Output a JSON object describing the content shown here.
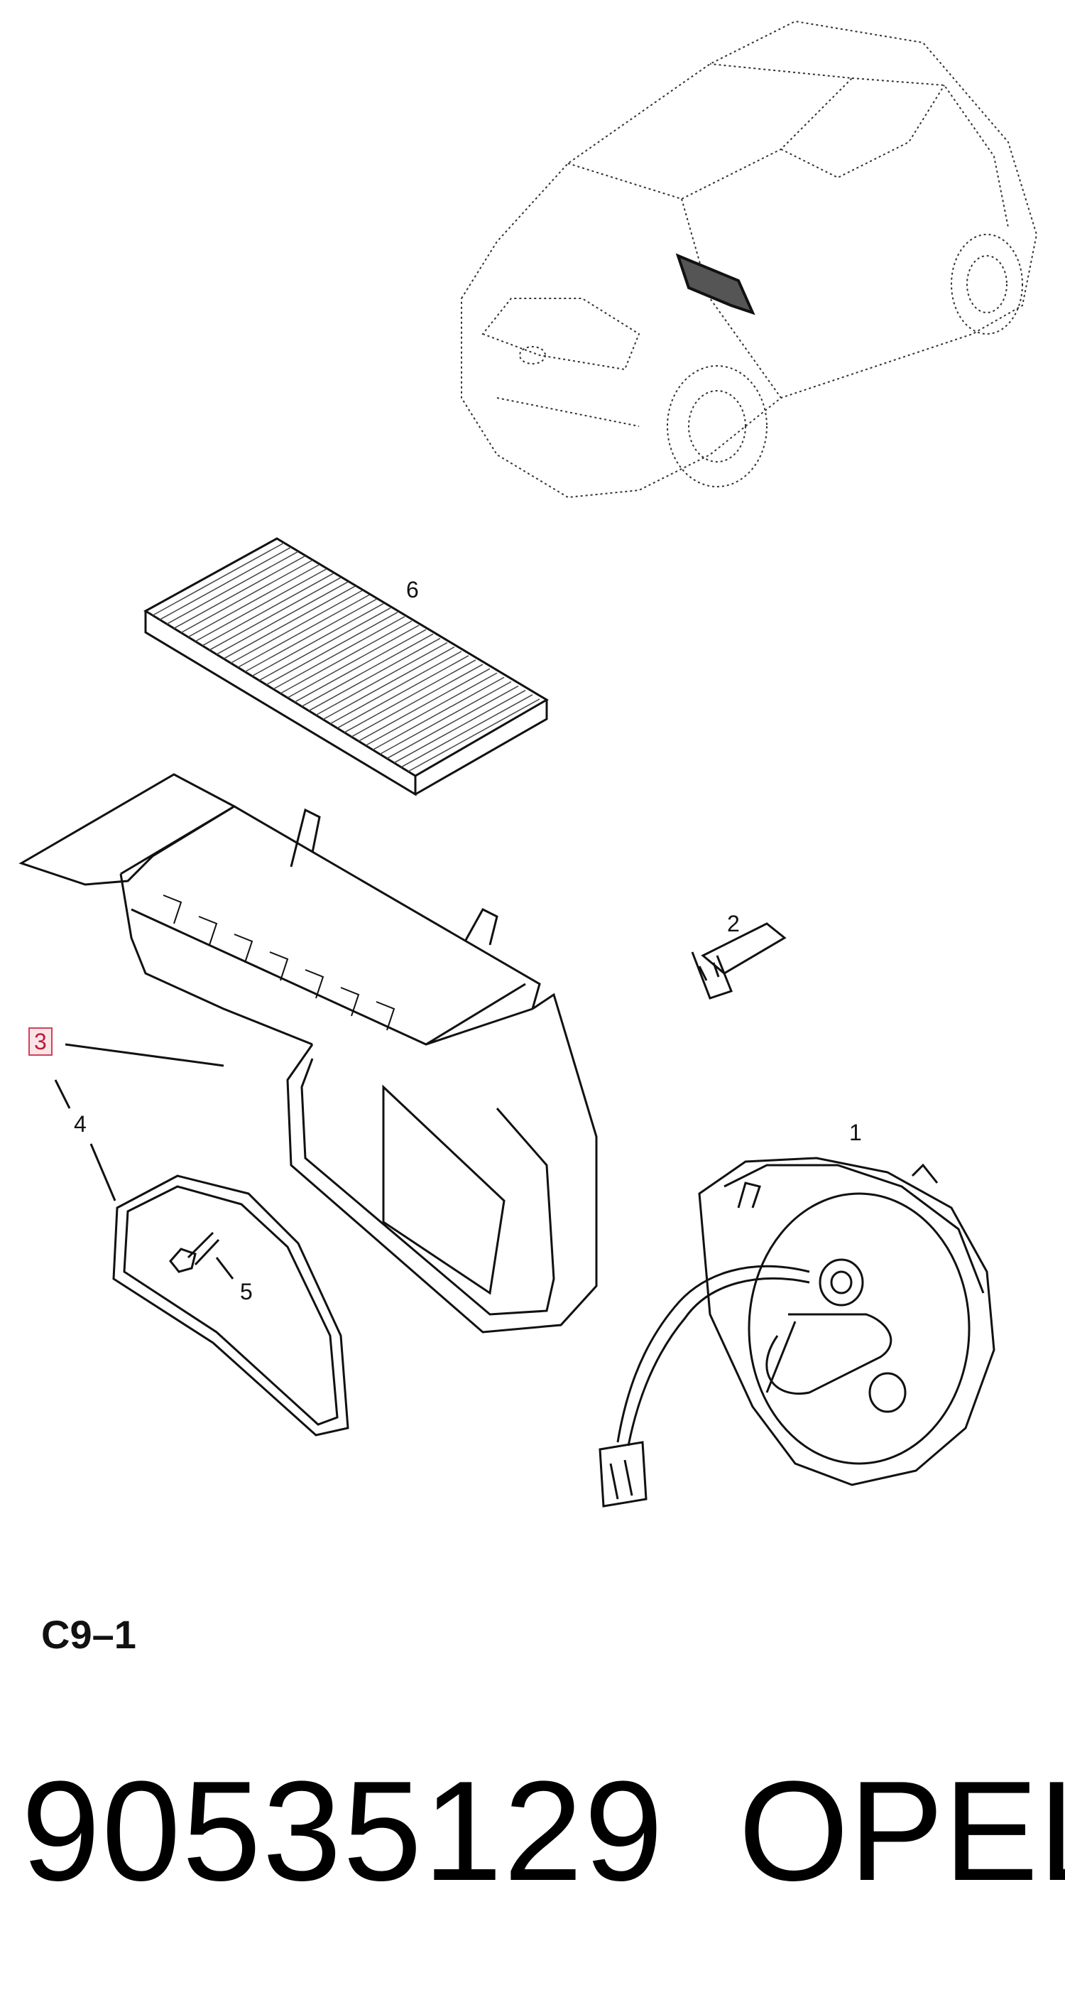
{
  "diagram": {
    "callouts": {
      "c1": "1",
      "c2": "2",
      "c3": "3",
      "c4": "4",
      "c5": "5",
      "c6": "6"
    },
    "code": "C9–1",
    "highlighted_callout": "3",
    "colors": {
      "line": "#111111",
      "highlight_border": "#d0425a",
      "highlight_fill": "#fbe4e8"
    }
  },
  "footer": {
    "part_number": "90535129",
    "brand": "OPEL"
  }
}
